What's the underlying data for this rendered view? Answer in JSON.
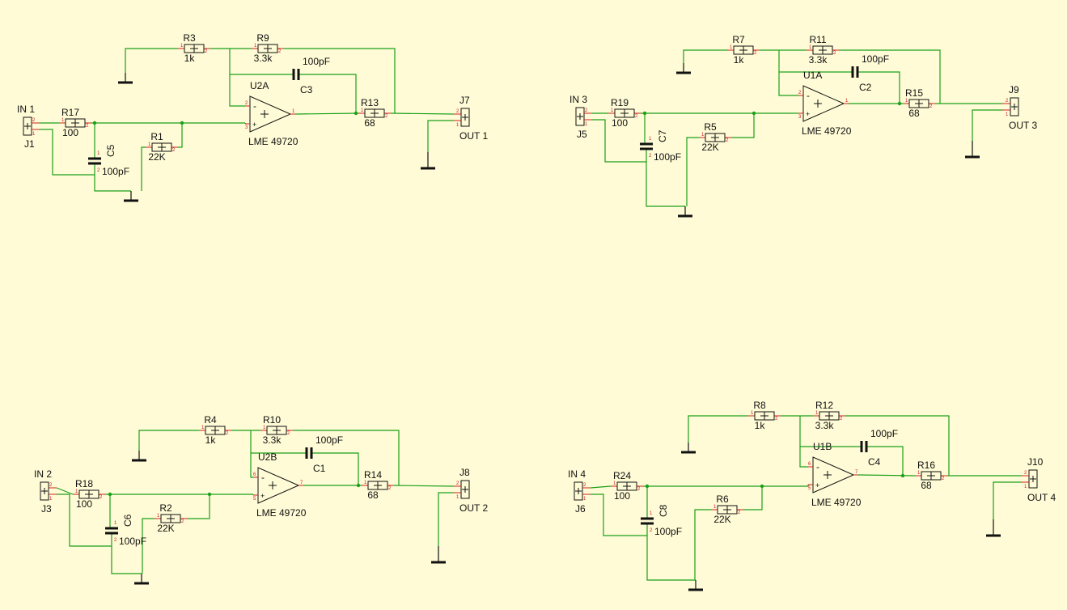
{
  "colors": {
    "background": "#fffbd6",
    "wire": "#1aa01a",
    "pin": "#cc2222",
    "body": "#111111"
  },
  "blocks": [
    {
      "in_label": "IN 1",
      "in_jack": "J1",
      "out_label": "OUT 1",
      "out_jack": "J7",
      "opamp_ref": "U2A",
      "opamp_part": "LME 49720",
      "opamp_pins": [
        "2",
        "3",
        "1"
      ],
      "rin": {
        "ref": "R17",
        "value": "100"
      },
      "rb": {
        "ref": "R1",
        "value": "22K"
      },
      "rg": {
        "ref": "R3",
        "value": "1k"
      },
      "rf": {
        "ref": "R9",
        "value": "3.3k"
      },
      "cf": {
        "ref": "C3",
        "value": "100pF"
      },
      "ro": {
        "ref": "R13",
        "value": "68"
      },
      "cin": {
        "ref": "C5",
        "value": "100pF"
      }
    },
    {
      "in_label": "IN 3",
      "in_jack": "J5",
      "out_label": "OUT 3",
      "out_jack": "J9",
      "opamp_ref": "U1A",
      "opamp_part": "LME 49720",
      "opamp_pins": [
        "2",
        "3",
        "1"
      ],
      "rin": {
        "ref": "R19",
        "value": "100"
      },
      "rb": {
        "ref": "R5",
        "value": "22K"
      },
      "rg": {
        "ref": "R7",
        "value": "1k"
      },
      "rf": {
        "ref": "R11",
        "value": "3.3k"
      },
      "cf": {
        "ref": "C2",
        "value": "100pF"
      },
      "ro": {
        "ref": "R15",
        "value": "68"
      },
      "cin": {
        "ref": "C7",
        "value": "100pF"
      }
    },
    {
      "in_label": "IN 2",
      "in_jack": "J3",
      "out_label": "OUT 2",
      "out_jack": "J8",
      "opamp_ref": "U2B",
      "opamp_part": "LME 49720",
      "opamp_pins": [
        "6",
        "5",
        "7"
      ],
      "rin": {
        "ref": "R18",
        "value": "100"
      },
      "rb": {
        "ref": "R2",
        "value": "22K"
      },
      "rg": {
        "ref": "R4",
        "value": "1k"
      },
      "rf": {
        "ref": "R10",
        "value": "3.3k"
      },
      "cf": {
        "ref": "C1",
        "value": "100pF"
      },
      "ro": {
        "ref": "R14",
        "value": "68"
      },
      "cin": {
        "ref": "C6",
        "value": "100pF"
      }
    },
    {
      "in_label": "IN 4",
      "in_jack": "J6",
      "out_label": "OUT 4",
      "out_jack": "J10",
      "opamp_ref": "U1B",
      "opamp_part": "LME 49720",
      "opamp_pins": [
        "6",
        "5",
        "7"
      ],
      "rin": {
        "ref": "R24",
        "value": "100"
      },
      "rb": {
        "ref": "R6",
        "value": "22K"
      },
      "rg": {
        "ref": "R8",
        "value": "1k"
      },
      "rf": {
        "ref": "R12",
        "value": "3.3k"
      },
      "cf": {
        "ref": "C4",
        "value": "100pF"
      },
      "ro": {
        "ref": "R16",
        "value": "68"
      },
      "cin": {
        "ref": "C8",
        "value": "100pF"
      }
    }
  ]
}
